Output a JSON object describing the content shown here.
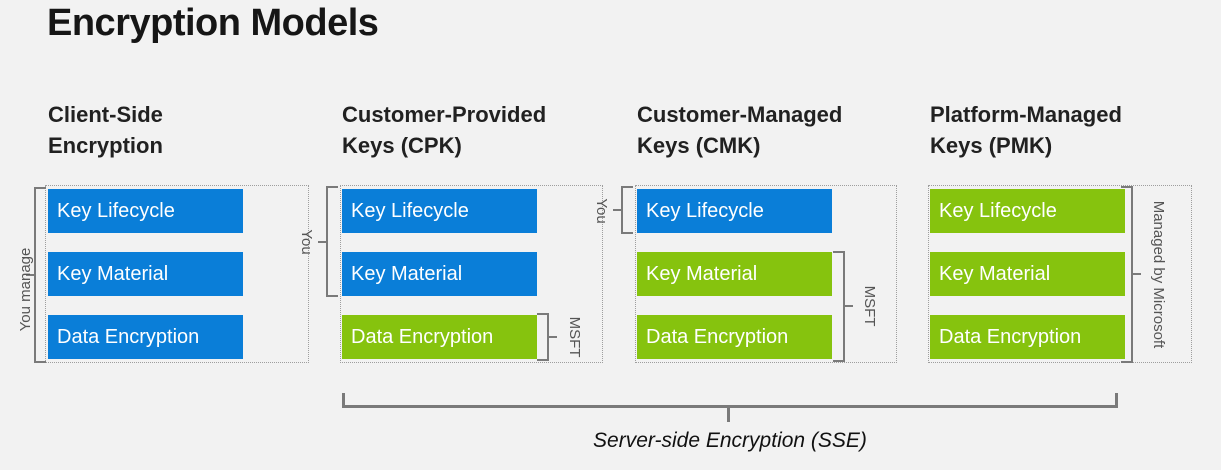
{
  "title": "Encryption Models",
  "colors": {
    "blue": "#0a7ed8",
    "green": "#86c30e",
    "bracket_gray": "#7a7a7a",
    "background": "#f2f2f2"
  },
  "columns": [
    {
      "id": "client-side-encryption",
      "header_lines": [
        "Client-Side",
        "Encryption"
      ],
      "bars": [
        {
          "label": "Key Lifecycle",
          "color": "blue"
        },
        {
          "label": "Key Material",
          "color": "blue"
        },
        {
          "label": "Data Encryption",
          "color": "blue"
        }
      ],
      "brackets": [
        {
          "label": "You manage",
          "side": "left",
          "spans": "all three bars"
        }
      ]
    },
    {
      "id": "customer-provided-keys",
      "header_lines": [
        "Customer-Provided",
        "Keys (CPK)"
      ],
      "bars": [
        {
          "label": "Key Lifecycle",
          "color": "blue"
        },
        {
          "label": "Key Material",
          "color": "blue"
        },
        {
          "label": "Data Encryption",
          "color": "green"
        }
      ],
      "brackets": [
        {
          "label": "You",
          "side": "left",
          "spans": "Key Lifecycle + Key Material"
        },
        {
          "label": "MSFT",
          "side": "right",
          "spans": "Data Encryption"
        }
      ]
    },
    {
      "id": "customer-managed-keys",
      "header_lines": [
        "Customer-Managed",
        "Keys (CMK)"
      ],
      "bars": [
        {
          "label": "Key Lifecycle",
          "color": "blue"
        },
        {
          "label": "Key Material",
          "color": "green"
        },
        {
          "label": "Data Encryption",
          "color": "green"
        }
      ],
      "brackets": [
        {
          "label": "You",
          "side": "left",
          "spans": "Key Lifecycle"
        },
        {
          "label": "MSFT",
          "side": "right",
          "spans": "Key Material + Data Encryption"
        }
      ]
    },
    {
      "id": "platform-managed-keys",
      "header_lines": [
        "Platform-Managed",
        "Keys (PMK)"
      ],
      "bars": [
        {
          "label": "Key Lifecycle",
          "color": "green"
        },
        {
          "label": "Key Material",
          "color": "green"
        },
        {
          "label": "Data Encryption",
          "color": "green"
        }
      ],
      "brackets": [
        {
          "label": "Managed by Microsoft",
          "side": "right",
          "spans": "all three bars"
        }
      ]
    }
  ],
  "footer": {
    "bracket_label": "Server-side Encryption (SSE)",
    "spans": "CPK, CMK and PMK columns"
  }
}
